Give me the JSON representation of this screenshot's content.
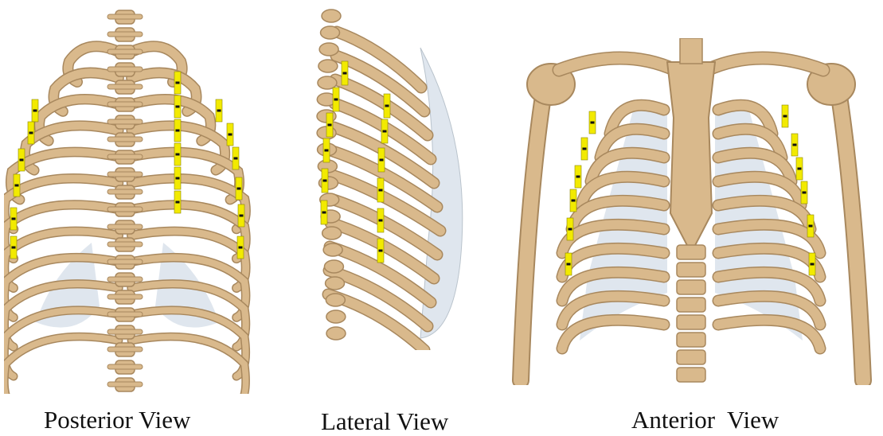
{
  "captions": {
    "posterior": "Posterior View",
    "lateral": "Lateral View",
    "anterior": "Anterior  View"
  },
  "colors": {
    "bone": "#d9b98c",
    "bone_dark": "#a8885e",
    "cartilage": "#dfe6ee",
    "marker": "#f2ea00",
    "marker_stripe": "#111111"
  }
}
